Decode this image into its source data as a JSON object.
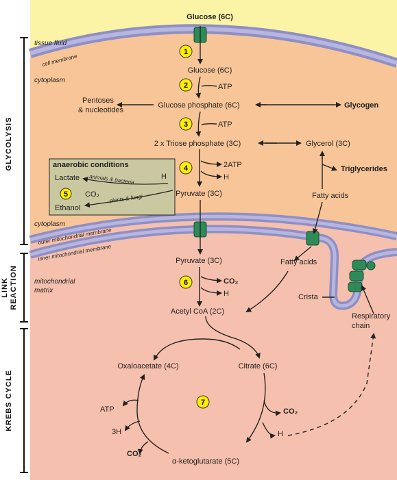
{
  "labels": {
    "glucose_top": "Glucose (6C)",
    "tissue_fluid": "tissue fluid",
    "cell_membrane": "cell membrane",
    "cytoplasm": "cytoplasm",
    "glucose": "Glucose (6C)",
    "atp": "ATP",
    "pentoses_1": "Pentoses",
    "pentoses_2": "& nucleotides",
    "glucose_phosphate": "Glucose phosphate (6C)",
    "glycogen": "Glycogen",
    "triose": "2 x Triose phosphate (3C)",
    "glycerol": "Glycerol (3C)",
    "two_atp": "2ATP",
    "h": "H",
    "triglycerides": "Triglycerides",
    "pyruvate": "Pyruvate (3C)",
    "fatty_acids": "Fatty acids",
    "anaerobic": "anaerobic conditions",
    "lactate": "Lactate",
    "animals_bacteria": "animals & bacteria",
    "co2_small": "CO₂",
    "plants_fungi": "plants & fungi",
    "ethanol": "Ethanol",
    "cytoplasm2": "cytoplasm",
    "outer_membrane": "outer mitochondrial membrane",
    "inner_membrane": "inner mitochondrial membrane",
    "pyruvate2": "Pyruvate (3C)",
    "fatty_acids2": "Fatty acids",
    "mito_1": "mitochondrial",
    "mito_2": "matrix",
    "co2": "CO₂",
    "acetyl": "Acetyl CoA (2C)",
    "crista": "Crista",
    "resp_1": "Respiratory",
    "resp_2": "chain",
    "oxaloacetate": "Oxaloacetate (4C)",
    "citrate": "Citrate (6C)",
    "three_h": "3H",
    "ketoglutarate": "α-ketoglutarate (5C)"
  },
  "sections": {
    "glycolysis": "GLYCOLYSIS",
    "link_1": "LINK",
    "link_2": "REACTION",
    "krebs": "KREBS CYCLE"
  },
  "steps": [
    "1",
    "2",
    "3",
    "4",
    "5",
    "6",
    "7"
  ],
  "colors": {
    "tissue_fluid": "#fbf3a6",
    "cytoplasm": "#f7c597",
    "matrix": "#f5c0ad",
    "membrane": "#9d9dcf",
    "channel": "#2e8b57",
    "step_circle": "#ffee00",
    "anaerobic_box": "#c9c8a0"
  }
}
